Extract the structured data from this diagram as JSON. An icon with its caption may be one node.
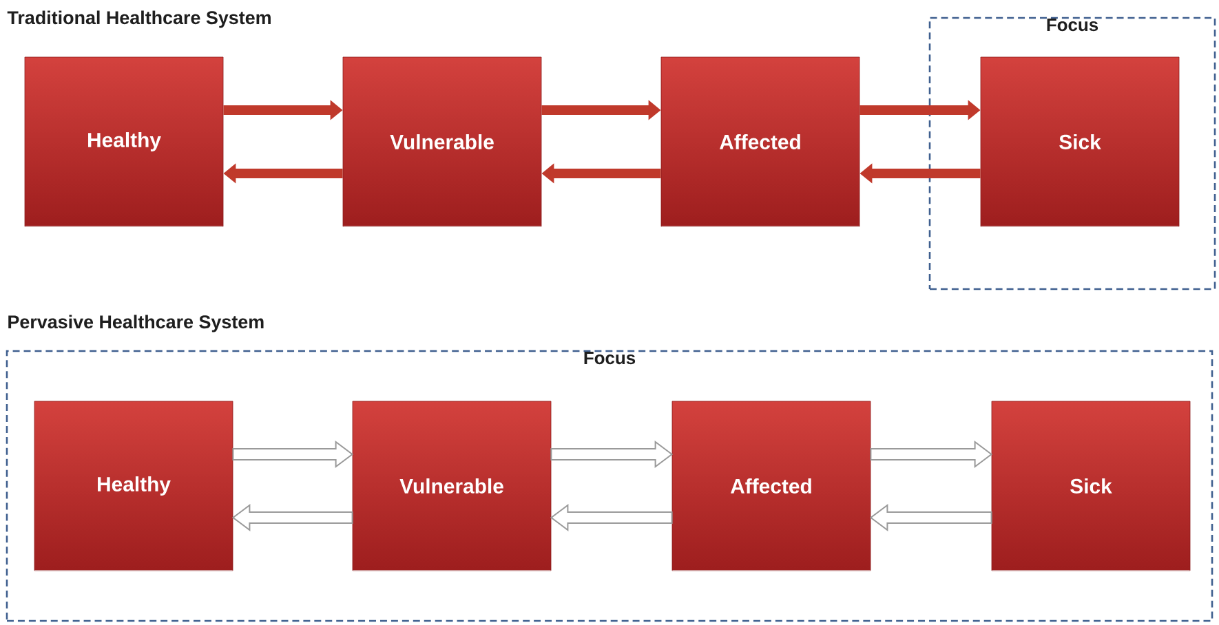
{
  "diagram": {
    "nodes": [
      {
        "text": [
          "Healthy"
        ]
      },
      {
        "text": [
          "Vulnerable"
        ]
      },
      {
        "text": [
          "Affected"
        ]
      },
      {
        "text": [
          "Focus"
        ]
      },
      {
        "text": [
          "Sick"
        ],
        "in": 3
      },
      {
        "text": [
          "Focus"
        ]
      },
      {
        "text": [
          "Healthy"
        ],
        "in": 5
      },
      {
        "text": [
          "Vulnerable"
        ],
        "in": 5
      },
      {
        "text": [
          "Affected"
        ],
        "in": 5
      },
      {
        "text": [
          "Sick"
        ],
        "in": 5
      }
    ],
    "edges": [
      {
        "from": 0,
        "to": 1,
        "arrow": "to",
        "color": "#c0392b"
      },
      {
        "from": 1,
        "to": 0,
        "arrow": "to",
        "color": "#c0392b"
      },
      {
        "from": 1,
        "to": 2,
        "arrow": "to",
        "color": "#c0392b"
      },
      {
        "from": 2,
        "to": 1,
        "arrow": "to",
        "color": "#c0392b"
      },
      {
        "from": 2,
        "to": 4,
        "arrow": "to",
        "color": "#c0392b"
      },
      {
        "from": 4,
        "to": 2,
        "arrow": "to",
        "color": "#c0392b"
      },
      {
        "from": 6,
        "to": 7,
        "arrow": "to",
        "color": "#9a9a9a"
      },
      {
        "from": 7,
        "to": 6,
        "arrow": "to",
        "color": "#9a9a9a"
      },
      {
        "from": 7,
        "to": 8,
        "arrow": "to",
        "color": "#9a9a9a"
      },
      {
        "from": 8,
        "to": 7,
        "arrow": "to",
        "color": "#9a9a9a"
      },
      {
        "from": 8,
        "to": 9,
        "arrow": "to",
        "color": "#9a9a9a"
      },
      {
        "from": 9,
        "to": 8,
        "arrow": "to",
        "color": "#9a9a9a"
      }
    ],
    "labels": [
      "Traditional Healthcare System",
      "Pervasive Healthcare System"
    ]
  }
}
